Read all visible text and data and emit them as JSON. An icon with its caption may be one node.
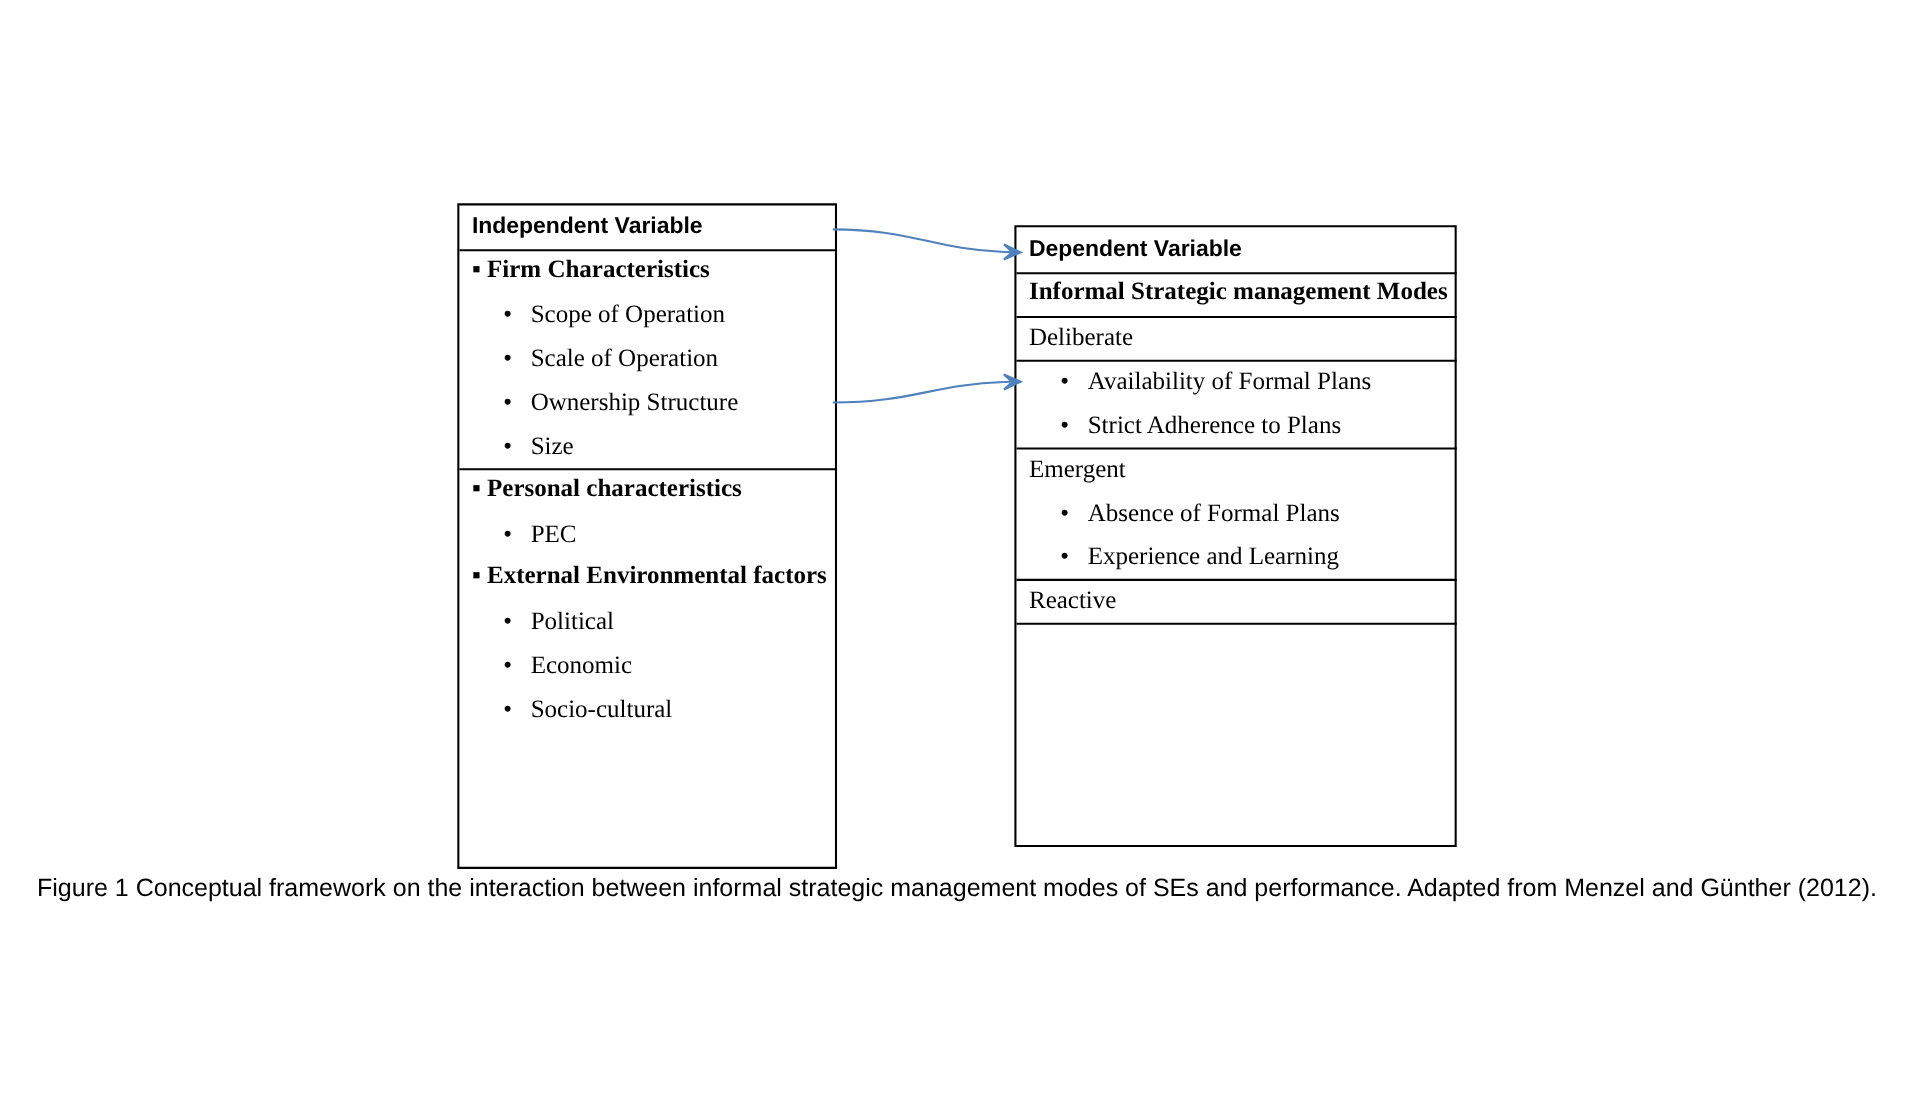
{
  "diagram": {
    "caption": "Figure 1 Conceptual framework on the interaction between informal strategic management modes of SEs and performance. Adapted from Menzel and Günther (2012).",
    "nodes": [
      {
        "text": [
          "Independent Variable",
          "▪ Firm Characteristics",
          "•   Scope of Operation",
          "•   Scale of Operation",
          "•   Ownership Structure",
          "•   Size",
          "▪ Personal characteristics",
          "•   PEC",
          "▪ External Environmental factors",
          "•   Political",
          "•   Economic",
          "•   Socio-cultural"
        ]
      },
      {
        "text": [
          "Dependent Variable",
          "Informal Strategic management Modes",
          "Deliberate",
          "•   Availability of Formal Plans",
          "•   Strict Adherence to Plans",
          "Emergent",
          "•   Absence of Formal Plans",
          "•   Experience and Learning",
          "Reactive"
        ]
      }
    ],
    "edges": [
      {
        "from": 0,
        "to": 1,
        "arrow": "to"
      },
      {
        "from": 0,
        "to": 1,
        "arrow": "to"
      }
    ]
  }
}
